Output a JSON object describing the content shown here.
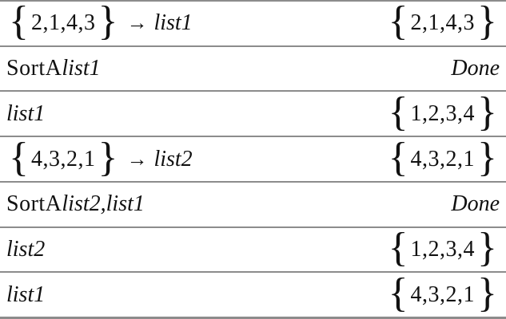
{
  "app": {
    "name": "calculator-history"
  },
  "colors": {
    "background": "#ffffff",
    "text": "#111111",
    "separator": "#8c8c8c"
  },
  "history": {
    "rows": [
      {
        "input": [
          {
            "k": "brace",
            "t": "{"
          },
          {
            "k": "plain",
            "t": "2,1,4,3"
          },
          {
            "k": "brace",
            "t": "}"
          },
          {
            "k": "arrow",
            "t": "→"
          },
          {
            "k": "var",
            "t": "list1"
          }
        ],
        "output": [
          {
            "k": "brace",
            "t": "{"
          },
          {
            "k": "plain",
            "t": "2,1,4,3"
          },
          {
            "k": "brace",
            "t": "}"
          }
        ]
      },
      {
        "input": [
          {
            "k": "plain",
            "t": "SortA "
          },
          {
            "k": "var",
            "t": "list1"
          }
        ],
        "output": [
          {
            "k": "var",
            "t": "Done"
          }
        ]
      },
      {
        "input": [
          {
            "k": "var",
            "t": "list1"
          }
        ],
        "output": [
          {
            "k": "brace",
            "t": "{"
          },
          {
            "k": "plain",
            "t": "1,2,3,4"
          },
          {
            "k": "brace",
            "t": "}"
          }
        ]
      },
      {
        "input": [
          {
            "k": "brace",
            "t": "{"
          },
          {
            "k": "plain",
            "t": "4,3,2,1"
          },
          {
            "k": "brace",
            "t": "}"
          },
          {
            "k": "arrow",
            "t": "→"
          },
          {
            "k": "var",
            "t": "list2"
          }
        ],
        "output": [
          {
            "k": "brace",
            "t": "{"
          },
          {
            "k": "plain",
            "t": "4,3,2,1"
          },
          {
            "k": "brace",
            "t": "}"
          }
        ]
      },
      {
        "input": [
          {
            "k": "plain",
            "t": "SortA "
          },
          {
            "k": "var",
            "t": "list2,list1"
          }
        ],
        "output": [
          {
            "k": "var",
            "t": "Done"
          }
        ]
      },
      {
        "input": [
          {
            "k": "var",
            "t": "list2"
          }
        ],
        "output": [
          {
            "k": "brace",
            "t": "{"
          },
          {
            "k": "plain",
            "t": "1,2,3,4"
          },
          {
            "k": "brace",
            "t": "}"
          }
        ]
      },
      {
        "input": [
          {
            "k": "var",
            "t": "list1"
          }
        ],
        "output": [
          {
            "k": "brace",
            "t": "{"
          },
          {
            "k": "plain",
            "t": "4,3,2,1"
          },
          {
            "k": "brace",
            "t": "}"
          }
        ]
      }
    ]
  }
}
